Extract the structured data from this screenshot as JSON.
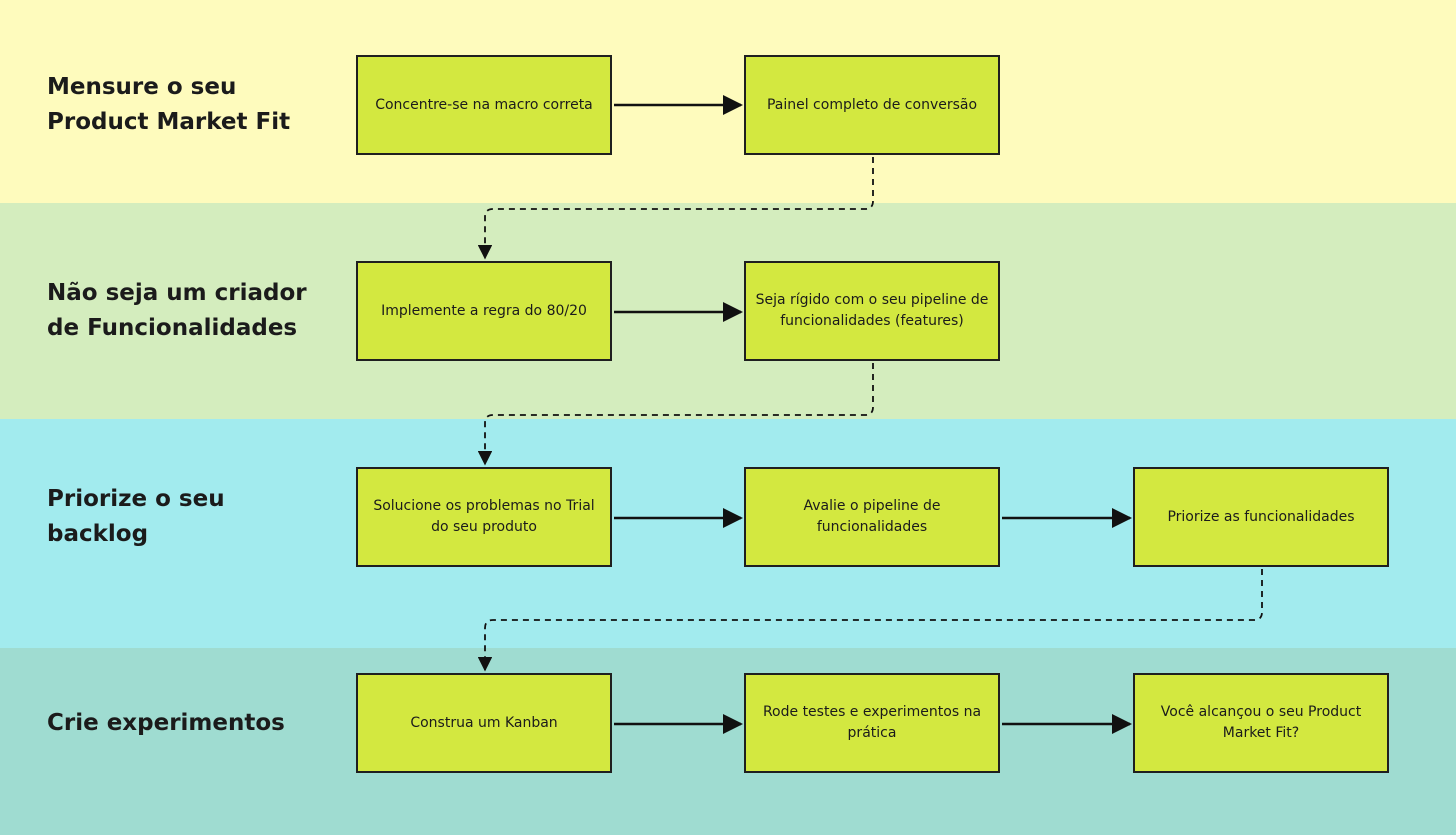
{
  "colors": {
    "lane_1": "#fefbbd",
    "lane_2": "#d4edbe",
    "lane_3": "#a2ebee",
    "lane_4": "#9fdcd1",
    "box_fill": "#d3e840",
    "line": "#111111"
  },
  "lanes": [
    {
      "title_line1": "Mensure o seu",
      "title_line2": "Product Market Fit",
      "steps": [
        "Concentre-se na macro correta",
        "Painel completo de conversão"
      ]
    },
    {
      "title_line1": "Não seja um criador",
      "title_line2": "de Funcionalidades",
      "steps": [
        "Implemente a regra do 80/20",
        "Seja rígido com o seu pipeline de funcionalidades (features)"
      ]
    },
    {
      "title_line1": "Priorize o seu",
      "title_line2": "backlog",
      "steps": [
        "Solucione os problemas no Trial do seu produto",
        "Avalie o pipeline de funcionalidades",
        "Priorize as funcionalidades"
      ]
    },
    {
      "title_line1": "Crie experimentos",
      "title_line2": "",
      "steps": [
        "Construa um Kanban",
        "Rode testes e experimentos na prática",
        "Você alcançou o seu Product Market Fit?"
      ]
    }
  ]
}
